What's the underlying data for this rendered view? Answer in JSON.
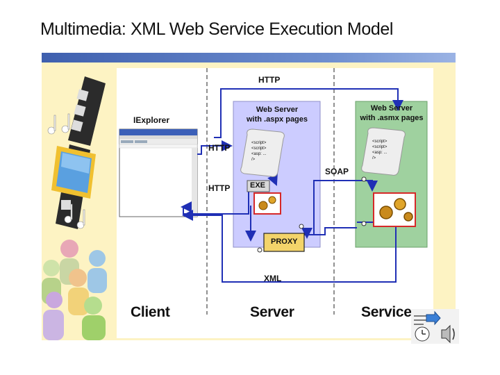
{
  "slide": {
    "title": "Multimedia: XML Web Service Execution Model"
  },
  "colors": {
    "arrow": "#1f2fb5",
    "server_box": "#ccccff",
    "service_box": "#9fd19f",
    "proxy_box": "#f3d46a",
    "gear_frame": "#d62828",
    "background": "#fdf3c3"
  },
  "diagram": {
    "zones": {
      "client": "Client",
      "server": "Server",
      "service": "Service"
    },
    "labels": {
      "http_top": "HTTP",
      "http_request": "HTTP",
      "http_response": "HTTP",
      "soap": "SOAP",
      "xml": "XML",
      "iexplorer": "IExplorer",
      "exe": "EXE",
      "proxy": "PROXY"
    },
    "server_box": {
      "line1": "Web Server",
      "line2": "with .aspx pages"
    },
    "service_box": {
      "line1": "Web Server",
      "line2": "with .asmx pages"
    },
    "scroll_aspx": [
      "<script>",
      "<script>",
      "<asp: ...",
      "/>"
    ],
    "scroll_asmx": [
      "<script>",
      "<script>",
      "<asp: ...",
      "/>"
    ]
  },
  "icons": {
    "film": "film-strip-icon",
    "screen": "monitor-icon",
    "notes": "music-notes-icon",
    "people": "people-group-icon",
    "gears": "gears-icon",
    "scroll": "scroll-document-icon",
    "media": "media-player-icon"
  }
}
